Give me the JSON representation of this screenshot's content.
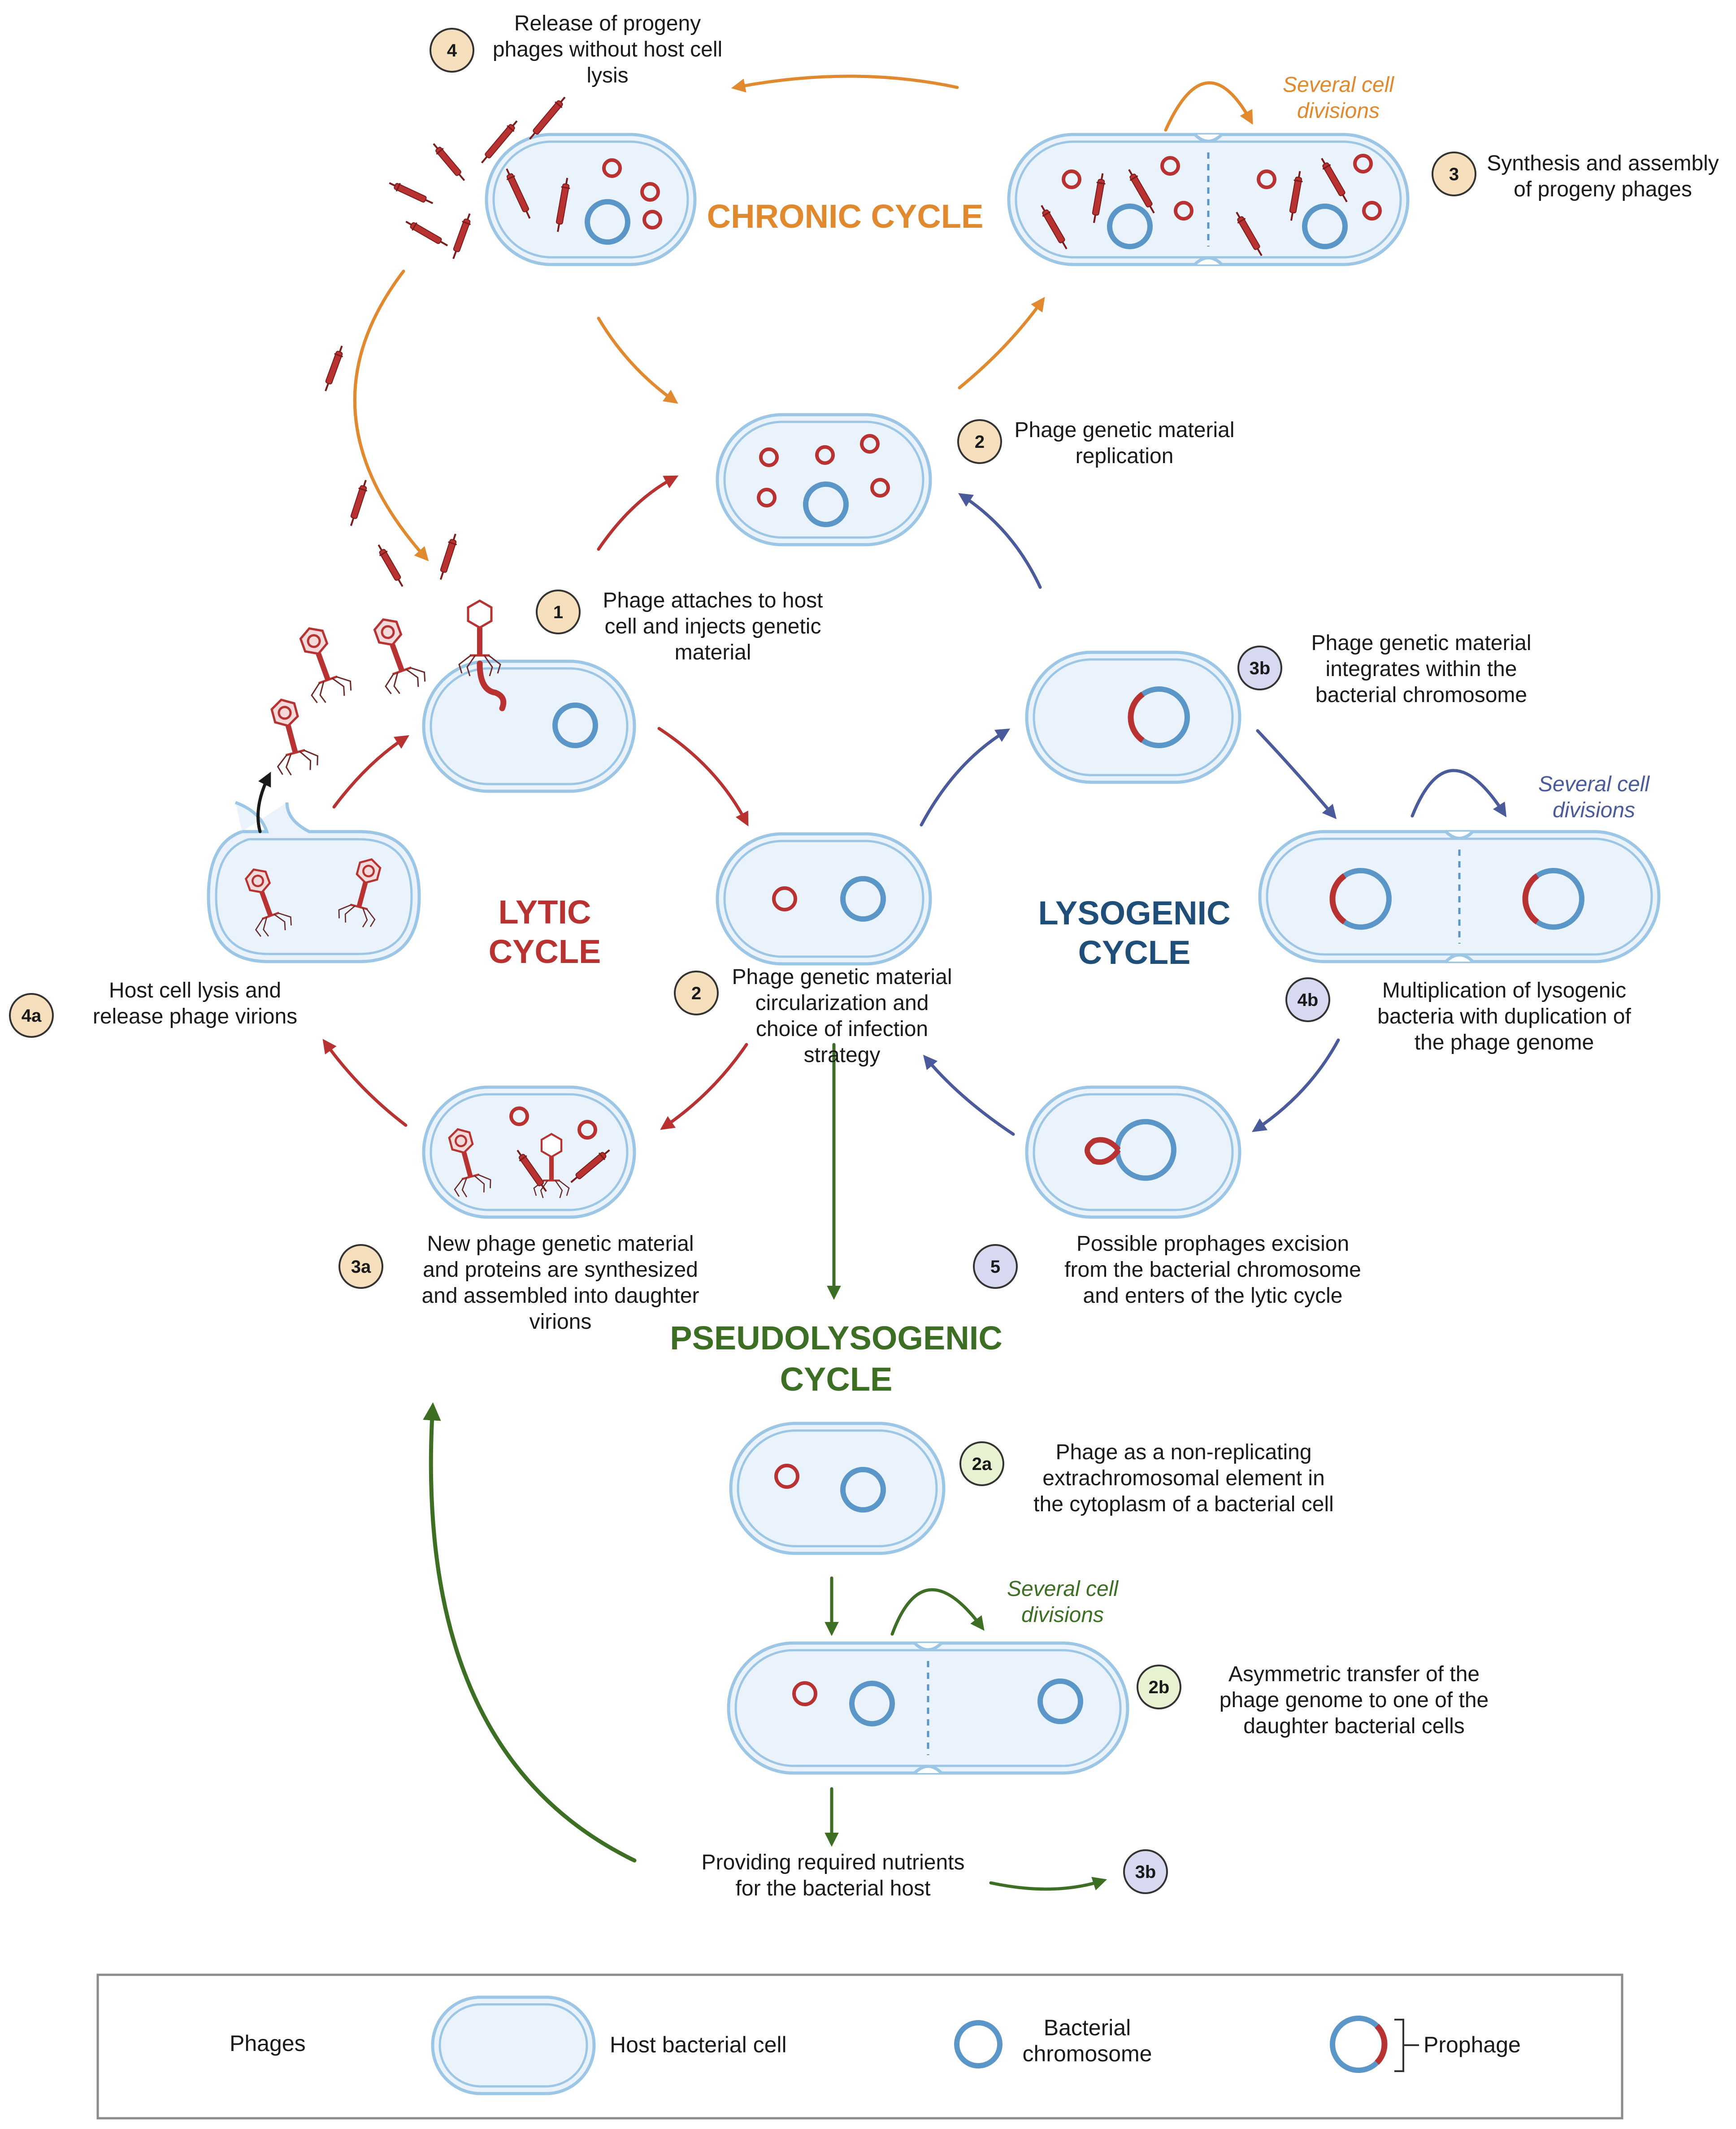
{
  "colors": {
    "lytic": "#b83232",
    "lysogenic": "#1f4e79",
    "lysogenic_arrow": "#4a5a9a",
    "chronic": "#e0892e",
    "pseudo": "#3c6e23",
    "cell_fill": "#eaf3fb",
    "cell_stroke": "#9cc6e6",
    "chromosome": "#5b96c8",
    "phage": "#b83232",
    "badge_orange": "#f6dfbd",
    "badge_blue": "#d6d9ef",
    "badge_green": "#e6f2d2"
  },
  "titles": {
    "chronic": "CHRONIC CYCLE",
    "lytic_1": "LYTIC",
    "lytic_2": "CYCLE",
    "lysogenic_1": "LYSOGENIC",
    "lysogenic_2": "CYCLE",
    "pseudo_1": "PSEUDOLYSOGENIC",
    "pseudo_2": "CYCLE"
  },
  "badges": {
    "chronic_4": "4",
    "chronic_3": "3",
    "shared_2_top": "2",
    "lytic_1": "1",
    "lyso_3b": "3b",
    "lytic_4a": "4a",
    "lytic_2": "2",
    "lyso_4b": "4b",
    "lytic_3a": "3a",
    "lyso_5": "5",
    "pseudo_2a": "2a",
    "pseudo_2b": "2b",
    "pseudo_3b": "3b"
  },
  "steps": {
    "chronic_4": [
      "Release of progeny",
      "phages without host cell",
      "lysis"
    ],
    "chronic_3": [
      "Synthesis and assembly",
      "of progeny phages"
    ],
    "shared_2_top": [
      "Phage genetic material",
      "replication"
    ],
    "lytic_1": [
      "Phage attaches to host",
      "cell and injects genetic",
      "material"
    ],
    "lyso_3b": [
      "Phage genetic material",
      "integrates within the",
      "bacterial chromosome"
    ],
    "lytic_4a": [
      "Host cell lysis and",
      "release phage virions"
    ],
    "lytic_2": [
      "Phage genetic material",
      "circularization and",
      "choice of infection",
      "strategy"
    ],
    "lyso_4b": [
      "Multiplication of lysogenic",
      "bacteria with duplication of",
      "the phage genome"
    ],
    "lytic_3a": [
      "New phage genetic material",
      "and proteins are synthesized",
      "and assembled into daughter",
      "virions"
    ],
    "lyso_5": [
      "Possible prophages excision",
      "from the bacterial chromosome",
      "and enters of the lytic cycle"
    ],
    "pseudo_2a": [
      "Phage as a non-replicating",
      "extrachromosomal element in",
      "the cytoplasm of a bacterial cell"
    ],
    "pseudo_2b": [
      "Asymmetric transfer of the",
      "phage genome to one of the",
      "daughter bacterial cells"
    ],
    "pseudo_nutrients": [
      "Providing required nutrients",
      "for the bacterial host"
    ]
  },
  "divisions_notes": {
    "chronic": [
      "Several cell",
      "divisions"
    ],
    "lysogenic": [
      "Several cell",
      "divisions"
    ],
    "pseudo": [
      "Several cell",
      "divisions"
    ]
  },
  "legend": {
    "phages": "Phages",
    "host_cell": "Host bacterial cell",
    "chromosome": [
      "Bacterial",
      "chromosome"
    ],
    "prophage": "Prophage"
  }
}
